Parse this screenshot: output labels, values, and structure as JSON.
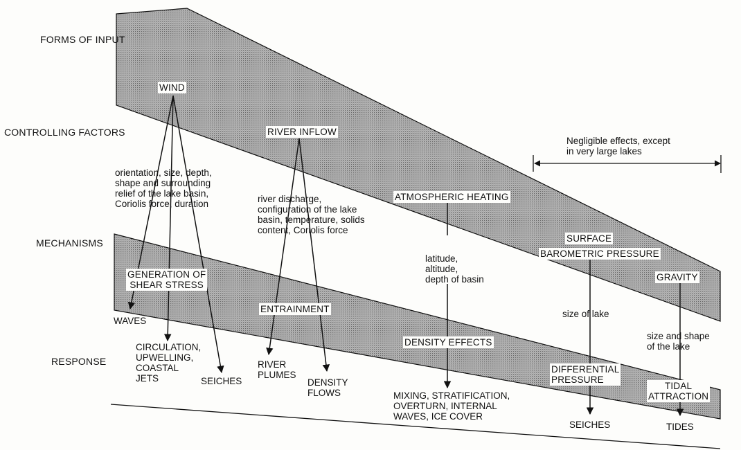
{
  "rows": {
    "forms_of_input": "FORMS OF INPUT",
    "controlling_factors": "CONTROLLING FACTORS",
    "mechanisms": "MECHANISMS",
    "response": "RESPONSE"
  },
  "inputs": {
    "wind": "WIND",
    "river_inflow": "RIVER INFLOW",
    "atmospheric_heating": "ATMOSPHERIC HEATING",
    "surface_barometric_pressure_1": "SURFACE",
    "surface_barometric_pressure_2": "BAROMETRIC PRESSURE",
    "gravity": "GRAVITY"
  },
  "factors": {
    "wind": "orientation, size, depth,\nshape and surrounding\nrelief of the lake basin,\nCoriolis force, duration",
    "river": "river discharge,\nconfiguration of the lake\nbasin, temperature, solids\ncontent, Coriolis force",
    "heating": "latitude,\naltitude,\ndepth of basin",
    "pressure": "size of lake",
    "gravity": "size and shape\nof the lake"
  },
  "mechanisms": {
    "shear_stress": "GENERATION OF\nSHEAR STRESS",
    "entrainment": "ENTRAINMENT",
    "density_effects": "DENSITY EFFECTS",
    "differential_pressure": "DIFFERENTIAL\nPRESSURE",
    "tidal_attraction": "TIDAL\nATTRACTION"
  },
  "responses": {
    "waves": "WAVES",
    "circulation": "CIRCULATION,\nUPWELLING,\nCOASTAL\nJETS",
    "seiches_wind": "SEICHES",
    "river_plumes": "RIVER\nPLUMES",
    "density_flows": "DENSITY\nFLOWS",
    "mixing": "MIXING, STRATIFICATION,\nOVERTURN, INTERNAL\nWAVES, ICE COVER",
    "seiches_pressure": "SEICHES",
    "tides": "TIDES"
  },
  "note": "Negligible effects, except\nin very large lakes",
  "colors": {
    "band_fill": "#b4b4b4",
    "band_dot": "#6a6a6a",
    "line": "#111111",
    "text": "#111111"
  }
}
